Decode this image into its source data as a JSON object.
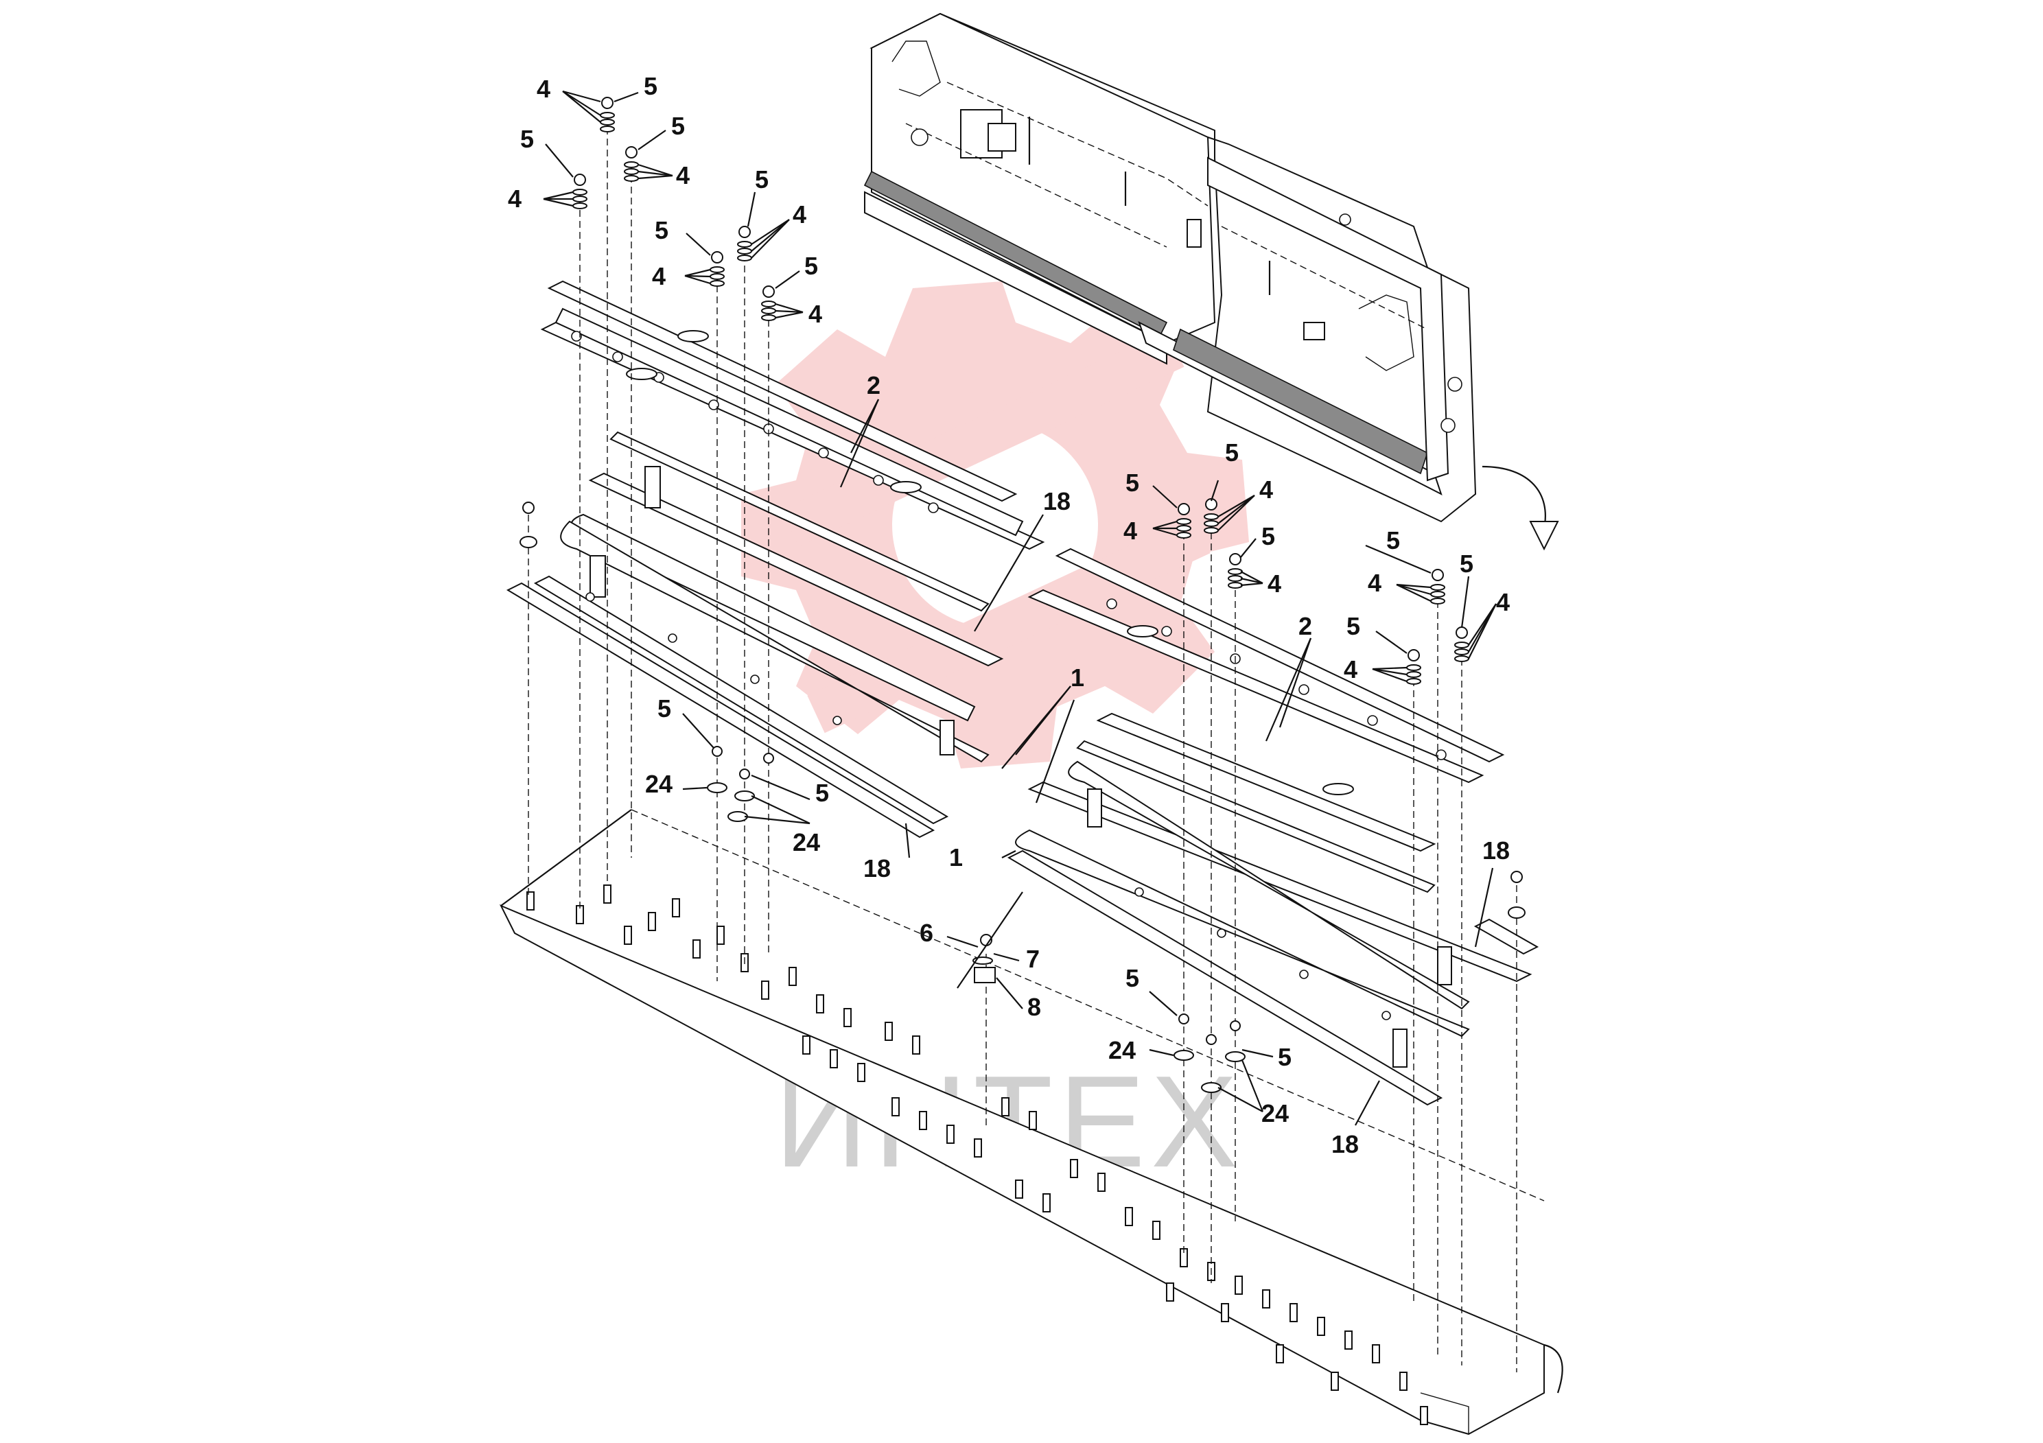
{
  "watermark": {
    "text": "ИНТЕХ",
    "logo_color": "#f5b3b3",
    "text_color": "#d0d0d0"
  },
  "ink_color": "#111111",
  "callouts": [
    {
      "id": "c01",
      "label": "4"
    },
    {
      "id": "c02",
      "label": "5"
    },
    {
      "id": "c03",
      "label": "5"
    },
    {
      "id": "c04",
      "label": "5"
    },
    {
      "id": "c05",
      "label": "4"
    },
    {
      "id": "c06",
      "label": "4"
    },
    {
      "id": "c07",
      "label": "5"
    },
    {
      "id": "c08",
      "label": "5"
    },
    {
      "id": "c09",
      "label": "4"
    },
    {
      "id": "c10",
      "label": "4"
    },
    {
      "id": "c11",
      "label": "5"
    },
    {
      "id": "c12",
      "label": "4"
    },
    {
      "id": "c13",
      "label": "2"
    },
    {
      "id": "c14",
      "label": "18"
    },
    {
      "id": "c15",
      "label": "5"
    },
    {
      "id": "c16",
      "label": "5"
    },
    {
      "id": "c17",
      "label": "4"
    },
    {
      "id": "c18",
      "label": "4"
    },
    {
      "id": "c19",
      "label": "5"
    },
    {
      "id": "c20",
      "label": "4"
    },
    {
      "id": "c21",
      "label": "5"
    },
    {
      "id": "c22",
      "label": "5"
    },
    {
      "id": "c23",
      "label": "4"
    },
    {
      "id": "c24",
      "label": "4"
    },
    {
      "id": "c25",
      "label": "5"
    },
    {
      "id": "c26",
      "label": "2"
    },
    {
      "id": "c27",
      "label": "4"
    },
    {
      "id": "c28",
      "label": "1"
    },
    {
      "id": "c29",
      "label": "5"
    },
    {
      "id": "c30",
      "label": "24"
    },
    {
      "id": "c31",
      "label": "5"
    },
    {
      "id": "c32",
      "label": "24"
    },
    {
      "id": "c33",
      "label": "18"
    },
    {
      "id": "c34",
      "label": "1"
    },
    {
      "id": "c35",
      "label": "18"
    },
    {
      "id": "c36",
      "label": "6"
    },
    {
      "id": "c37",
      "label": "7"
    },
    {
      "id": "c38",
      "label": "8"
    },
    {
      "id": "c39",
      "label": "5"
    },
    {
      "id": "c40",
      "label": "24"
    },
    {
      "id": "c41",
      "label": "5"
    },
    {
      "id": "c42",
      "label": "24"
    },
    {
      "id": "c43",
      "label": "18"
    }
  ]
}
